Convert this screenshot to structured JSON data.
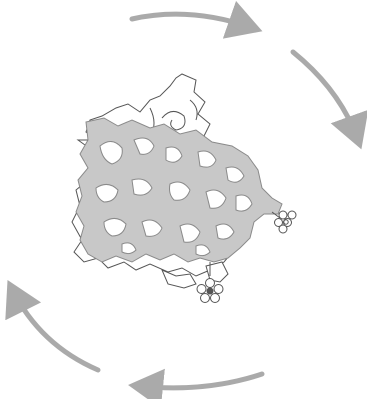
{
  "diagram": {
    "rotation_direction": "clockwise",
    "arrow_count": 4,
    "colors": {
      "arrow": "#aaaaaa",
      "shape_fill": "#c8c8c8",
      "shape_stroke": "#8a8a8a",
      "outline_stroke": "#555555",
      "background": "#ffffff"
    },
    "icons": [
      "rotation-arrow",
      "filigree-ornament",
      "flower-icon"
    ]
  }
}
